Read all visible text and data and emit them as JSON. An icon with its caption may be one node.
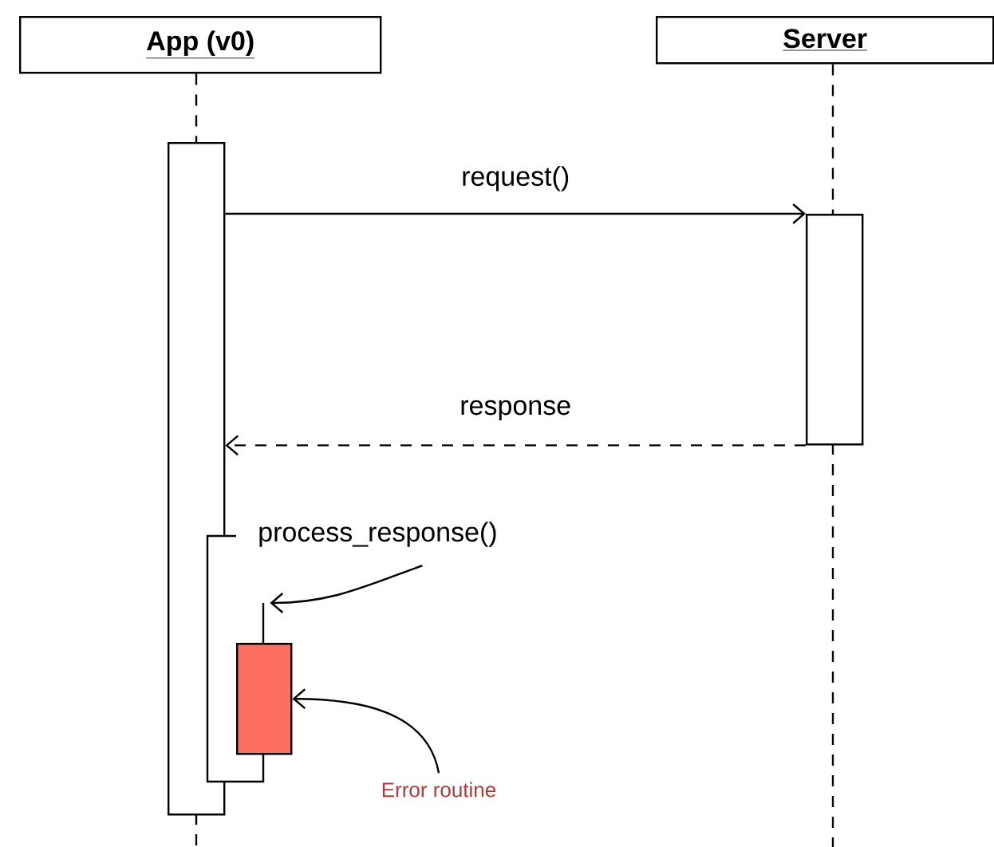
{
  "diagram": {
    "nodes": [
      {
        "text": [
          "App (v0)"
        ]
      },
      {
        "text": [
          "Server"
        ]
      },
      {
        "text": [],
        "shape": "bar"
      },
      {
        "text": [],
        "shape": "bar"
      },
      {
        "text": [],
        "shape": "bar"
      },
      {
        "text": [],
        "shape": "bar"
      },
      {
        "text": [
          "process_response()"
        ]
      },
      {
        "text": [
          "Error routine"
        ]
      }
    ],
    "edges": [
      {
        "from": 0,
        "to": 2,
        "arrow": "none",
        "style": "dashed"
      },
      {
        "from": 1,
        "to": 3,
        "arrow": "none",
        "style": "dashed"
      },
      {
        "from": 2,
        "to": 3,
        "arrow": "to",
        "label": "request()"
      },
      {
        "from": 3,
        "to": 2,
        "arrow": "to",
        "label": "response",
        "style": "dashed"
      },
      {
        "from": 6,
        "to": 4,
        "arrow": "to"
      },
      {
        "from": 7,
        "to": 5,
        "arrow": "to"
      }
    ]
  }
}
